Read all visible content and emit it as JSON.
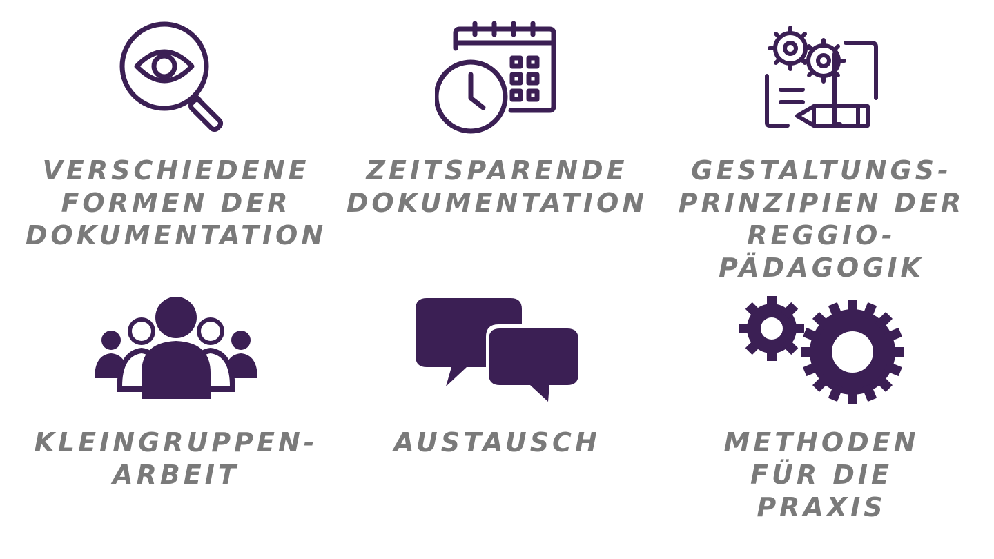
{
  "colors": {
    "icon": "#3b1f54",
    "text": "#7a7a7a",
    "background": "#ffffff"
  },
  "tiles": [
    {
      "icon": "magnifier-eye-icon",
      "label": "VERSCHIEDENE\nFORMEN DER\nDOKUMENTATION"
    },
    {
      "icon": "calendar-clock-icon",
      "label": "ZEITSPARENDE\nDOKUMENTATION"
    },
    {
      "icon": "gears-document-pencil-icon",
      "label": "GESTALTUNGS-\nPRINZIPIEN DER\nREGGIO-PÄDAGOGIK"
    },
    {
      "icon": "group-people-icon",
      "label": "KLEINGRUPPEN-\nARBEIT"
    },
    {
      "icon": "speech-bubbles-icon",
      "label": "AUSTAUSCH"
    },
    {
      "icon": "gears-icon",
      "label": "METHODEN\nFÜR DIE\nPRAXIS"
    }
  ]
}
